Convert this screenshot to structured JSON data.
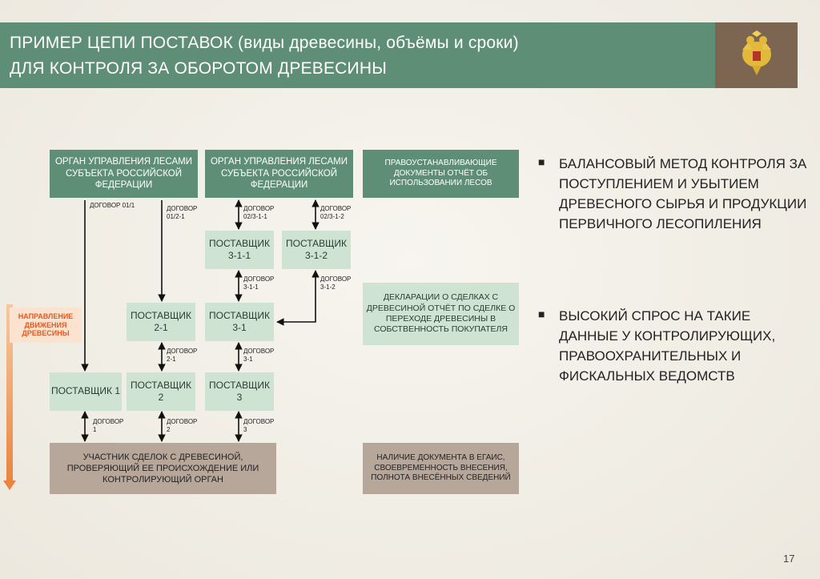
{
  "header": {
    "line1": "ПРИМЕР ЦЕПИ ПОСТАВОК (виды древесины, объёмы и сроки)",
    "line2": "ДЛЯ КОНТРОЛЯ ЗА ОБОРОТОМ ДРЕВЕСИНЫ"
  },
  "emblem": {
    "icon": "double-headed-eagle-emblem-icon"
  },
  "direction_label": "НАПРАВЛЕНИЕ ДВИЖЕНИЯ ДРЕВЕСИНЫ",
  "boxes": {
    "org1": "ОРГАН УПРАВЛЕНИЯ ЛЕСАМИ СУБЪЕКТА РОССИЙСКОЙ ФЕДЕРАЦИИ",
    "org2": "ОРГАН УПРАВЛЕНИЯ ЛЕСАМИ СУБЪЕКТА РОССИЙСКОЙ ФЕДЕРАЦИИ",
    "docs": "ПРАВОУСТАНАВЛИВАЮЩИЕ ДОКУМЕНТЫ ОТЧЁТ ОБ ИСПОЛЬЗОВАНИИ ЛЕСОВ",
    "s311": "ПОСТАВЩИК 3-1-1",
    "s312": "ПОСТАВЩИК 3-1-2",
    "decl": "ДЕКЛАРАЦИИ О СДЕЛКАХ С ДРЕВЕСИНОЙ ОТЧЁТ ПО СДЕЛКЕ О ПЕРЕХОДЕ ДРЕВЕСИНЫ В СОБСТВЕННОСТЬ ПОКУПАТЕЛЯ",
    "s21": "ПОСТАВЩИК 2-1",
    "s31": "ПОСТАВЩИК 3-1",
    "s1": "ПОСТАВЩИК 1",
    "s2": "ПОСТАВЩИК 2",
    "s3": "ПОСТАВЩИК 3",
    "participant": "УЧАСТНИК СДЕЛОК С ДРЕВЕСИНОЙ, ПРОВЕРЯЮЩИЙ ЕЕ ПРОИСХОЖДЕНИЕ ИЛИ КОНТРОЛИРУЮЩИЙ ОРГАН",
    "egais": "НАЛИЧИЕ ДОКУМЕНТА В ЕГАИС, СВОЕВРЕМЕННОСТЬ ВНЕСЕНИЯ, ПОЛНОТА ВНЕСЁННЫХ СВЕДЕНИЙ"
  },
  "contracts": {
    "c011": "ДОГОВОР 01/1",
    "c0121": "ДОГОВОР 01/2-1",
    "c02311": "ДОГОВОР 02/3-1-1",
    "c02312": "ДОГОВОР 02/3-1-2",
    "c311": "ДОГОВОР 3-1-1",
    "c312": "ДОГОВОР 3-1-2",
    "c21": "ДОГОВОР 2-1",
    "c31": "ДОГОВОР 3-1",
    "c1": "ДОГОВОР 1",
    "c2": "ДОГОВОР 2",
    "c3": "ДОГОВОР 3"
  },
  "bullets": [
    "БАЛАНСОВЫЙ МЕТОД КОНТРОЛЯ ЗА ПОСТУПЛЕНИЕМ И УБЫТИЕМ ДРЕВЕСНОГО СЫРЬЯ И ПРОДУКЦИИ ПЕРВИЧНОГО ЛЕСОПИЛЕНИЯ",
    "ВЫСОКИЙ СПРОС НА ТАКИЕ ДАННЫЕ У КОНТРОЛИРУЮЩИХ, ПРАВООХРАНИТЕЛЬНЫХ И ФИСКАЛЬНЫХ ВЕДОМСТВ"
  ],
  "page_number": "17"
}
